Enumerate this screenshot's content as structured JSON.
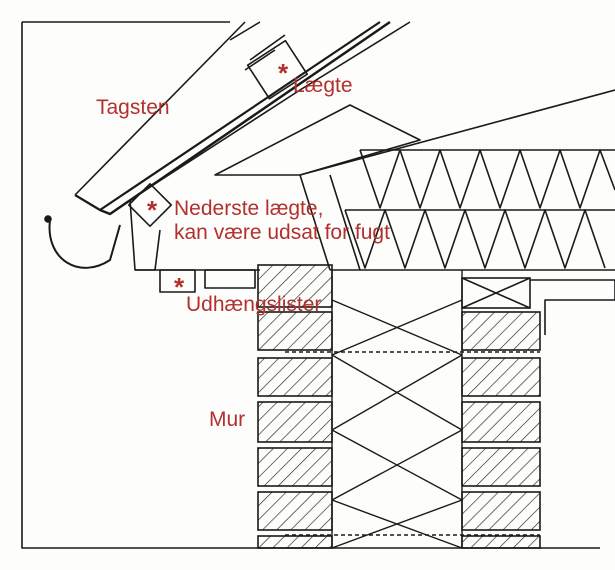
{
  "labels": {
    "tagsten": "Tagsten",
    "laegte": "Lægte",
    "nederste_line1": "Nederste lægte,",
    "nederste_line2": "kan være udsat for fugt",
    "udhaengslister": "Udhængslister",
    "mur": "Mur"
  },
  "marker": "*",
  "colors": {
    "label": "#b2302e",
    "ink": "#1a1a1a",
    "paper": "#fdfdfb"
  }
}
